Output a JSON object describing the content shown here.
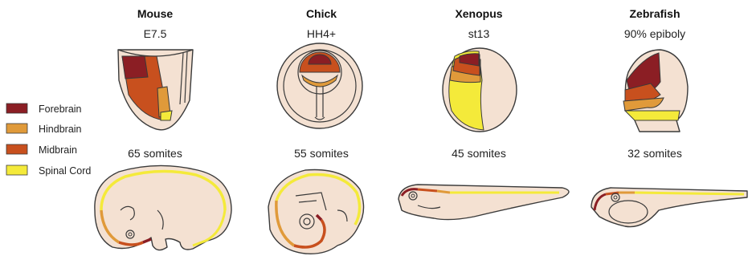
{
  "colors": {
    "forebrain": "#8b1e24",
    "midbrain": "#c8501e",
    "hindbrain": "#e09a3a",
    "spinal_cord": "#f4ea3a",
    "embryo_fill": "#f4e1d2"
  },
  "legend": [
    {
      "label": "Forebrain",
      "color": "#8b1e24"
    },
    {
      "label": "Hindbrain",
      "color": "#e09a3a"
    },
    {
      "label": "Midbrain",
      "color": "#c8501e"
    },
    {
      "label": "Spinal Cord",
      "color": "#f4ea3a"
    }
  ],
  "species": [
    {
      "name": "Mouse",
      "stage": "E7.5",
      "somites": "65 somites"
    },
    {
      "name": "Chick",
      "stage": "HH4+",
      "somites": "55 somites"
    },
    {
      "name": "Xenopus",
      "stage": "st13",
      "somites": "45 somites"
    },
    {
      "name": "Zebrafish",
      "stage": "90% epiboly",
      "somites": "32 somites"
    }
  ]
}
